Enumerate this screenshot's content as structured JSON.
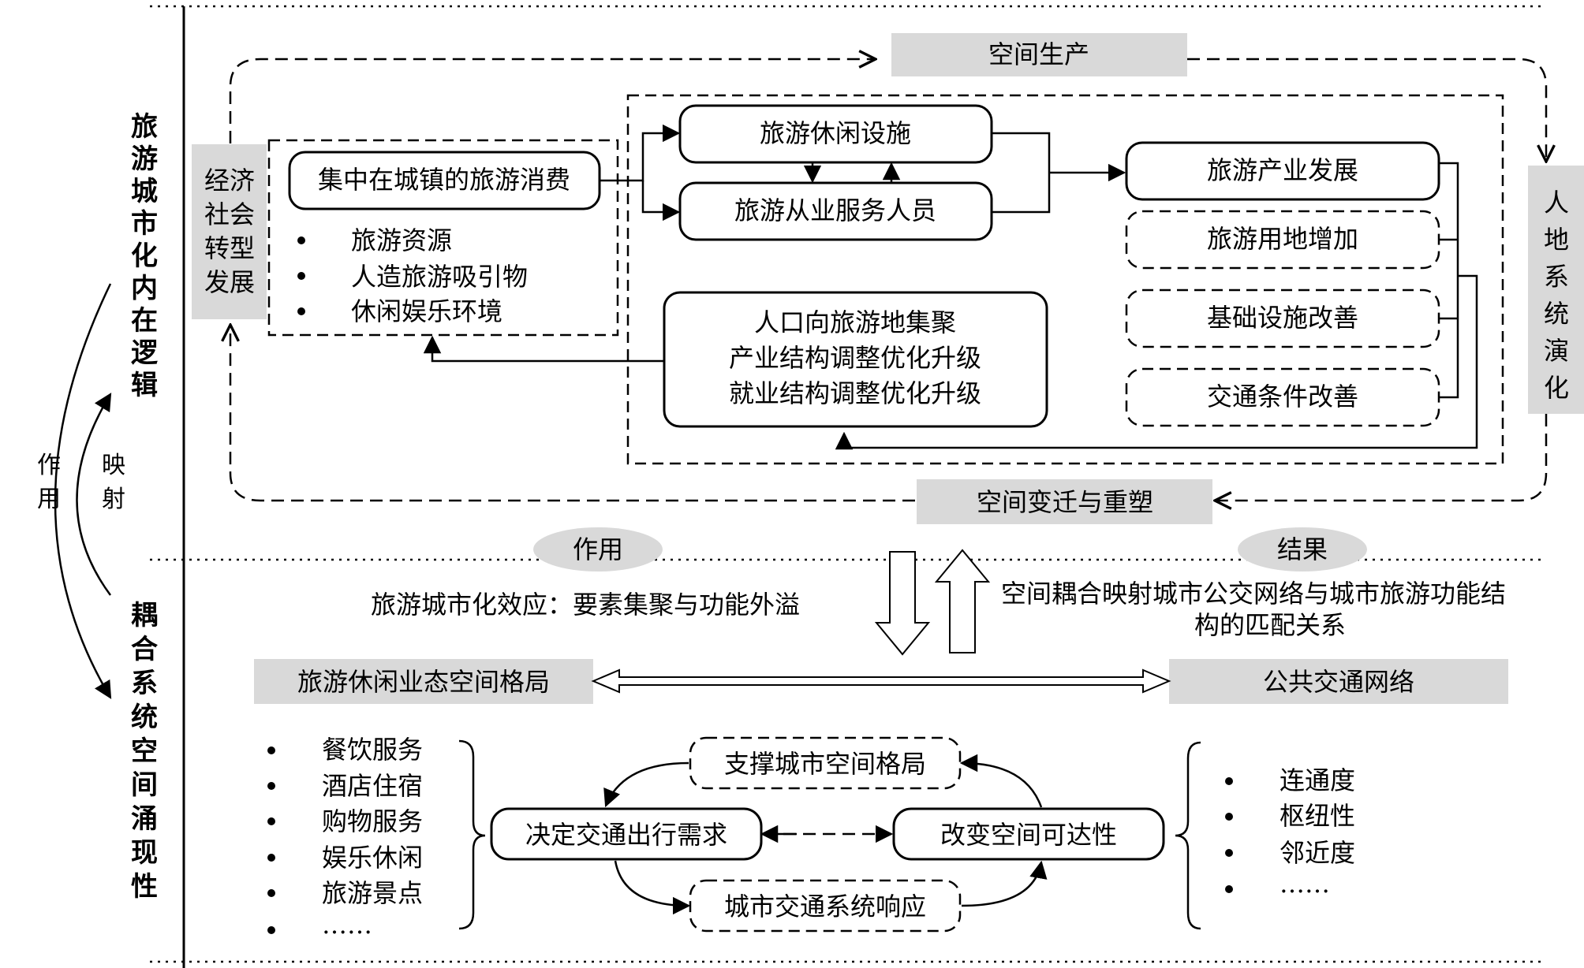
{
  "left_axis": {
    "top_label": "旅游城市化内在逻辑",
    "bottom_label": "耦合系统空间涌现性",
    "effect_label": "作用",
    "map_label": "映射"
  },
  "top": {
    "space_production": "空间生产",
    "space_change": "空间变迁与重塑",
    "econ_transform": "经济社会转型发展",
    "man_land": "人地系统演化",
    "consumption": "集中在城镇的旅游消费",
    "resources": [
      "旅游资源",
      "人造旅游吸引物",
      "休闲娱乐环境"
    ],
    "facilities": "旅游休闲设施",
    "staff": "旅游从业服务人员",
    "industry": "旅游产业发展",
    "land_increase": "旅游用地增加",
    "infra": "基础设施改善",
    "traffic_cond": "交通条件改善",
    "outcomes": [
      "人口向旅游地集聚",
      "产业结构调整优化升级",
      "就业结构调整优化升级"
    ]
  },
  "middle": {
    "effect_badge": "作用",
    "result_badge": "结果",
    "effect_text": "旅游城市化效应：要素集聚与功能外溢",
    "result_text": [
      "空间耦合映射城市公交网络与城市旅游功能结",
      "构的匹配关系"
    ]
  },
  "bottom": {
    "leisure_pattern": "旅游休闲业态空间格局",
    "public_transit": "公共交通网络",
    "leisure_items": [
      "餐饮服务",
      "酒店住宿",
      "购物服务",
      "娱乐休闲",
      "旅游景点",
      "……"
    ],
    "transit_items": [
      "连通度",
      "枢纽性",
      "邻近度",
      "……"
    ],
    "support": "支撑城市空间格局",
    "demand": "决定交通出行需求",
    "accessibility": "改变空间可达性",
    "response": "城市交通系统响应"
  }
}
